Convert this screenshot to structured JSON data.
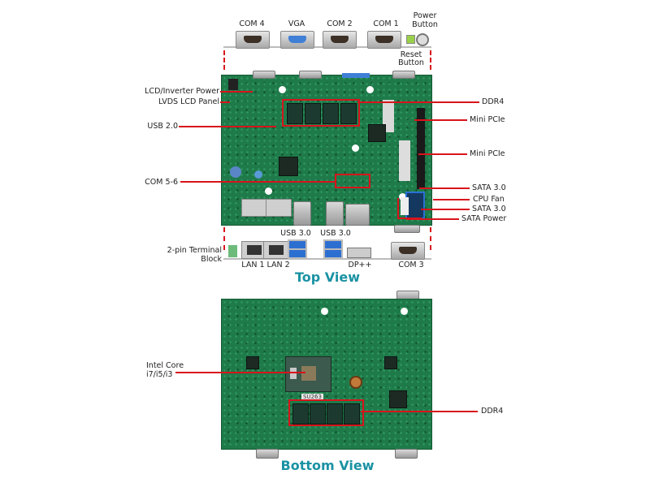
{
  "top_view": {
    "title": "Top View",
    "io_top_labels": {
      "com4": "COM 4",
      "vga": "VGA",
      "com2": "COM 2",
      "com1": "COM 1",
      "power_button": [
        "Power",
        "Button"
      ],
      "reset_button": [
        "Reset",
        "Button"
      ]
    },
    "callouts_left": {
      "lcd_inverter_power": "LCD/Inverter Power",
      "lvds_lcd_panel": "LVDS LCD Panel",
      "usb20": "USB 2.0",
      "com56": "COM 5-6"
    },
    "callouts_right": {
      "ddr4": "DDR4",
      "mini_pcie_1": "Mini PCIe",
      "mini_pcie_2": "Mini PCIe",
      "sata30_1": "SATA 3.0",
      "cpu_fan": "CPU Fan",
      "sata30_2": "SATA 3.0",
      "sata_power": "SATA Power"
    },
    "io_bottom_labels": {
      "usb30_1": "USB 3.0",
      "usb30_2": "USB 3.0",
      "terminal_block": [
        "2-pin Terminal",
        "Block"
      ],
      "lan": "LAN 1 LAN 2",
      "dp": "DP++",
      "com3": "COM 3"
    }
  },
  "bottom_view": {
    "title": "Bottom View",
    "cpu_label": [
      "Intel Core",
      "i7/i5/i3"
    ],
    "ddr4": "DDR4",
    "silk_label": "SU263"
  },
  "colors": {
    "callout": "#d8141c",
    "title": "#1a92a3",
    "pcb": "#1f7a4a"
  }
}
